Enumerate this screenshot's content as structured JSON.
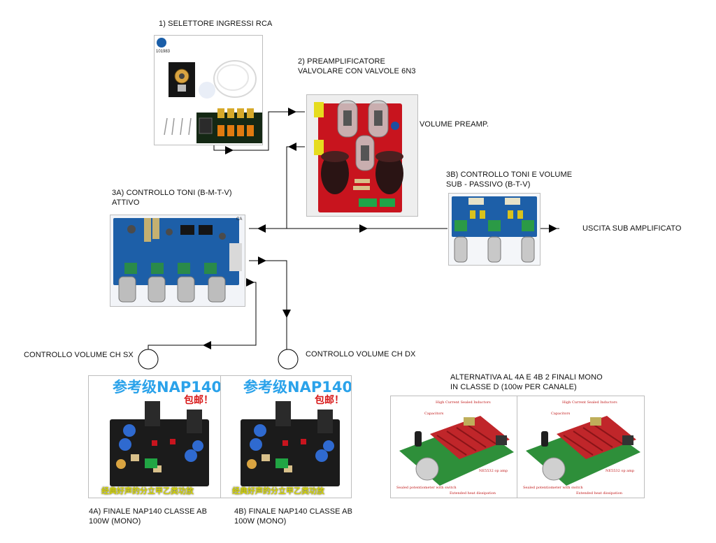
{
  "labels": {
    "rca_selector": "1) SELETTORE INGRESSI RCA",
    "preamp_line1": "2) PREAMPLIFICATORE",
    "preamp_line2": "VALVOLARE CON VALVOLE 6N3",
    "volume_preamp": "VOLUME PREAMP.",
    "tone_active_line1": "3A) CONTROLLO TONI (B-M-T-V)",
    "tone_active_line2": "ATTIVO",
    "tone_sub_line1": "3B) CONTROLLO TONI E VOLUME",
    "tone_sub_line2": "SUB - PASSIVO (B-T-V)",
    "sub_output": "USCITA SUB AMPLIFICATO",
    "volume_left": "CONTROLLO VOLUME CH SX",
    "volume_right": "CONTROLLO VOLUME CH DX",
    "final_a_line1": "4A) FINALE NAP140 CLASSE AB",
    "final_a_line2": "100W (MONO)",
    "final_b_line1": "4B) FINALE NAP140 CLASSE AB",
    "final_b_line2": "100W (MONO)",
    "alt_line1": "ALTERNATIVA AL 4A E 4B 2 FINALI MONO",
    "alt_line2": "IN CLASSE D (100w PER CANALE)"
  },
  "photos": {
    "rca_logo_text": "101983",
    "nap_title": "参考级NAP140",
    "nap_badge": "包邮！",
    "nap_footer": "经典好声的分立甲乙类功放",
    "tone_board_mark": "CA",
    "classd_notes": {
      "inductors": "High Current Sealed Inductors",
      "capacitors": "Capacitors",
      "op_amp": "NE5532 op amp",
      "potentiometer": "Sealed potentiometer with switch",
      "heatsink": "Extended heat dissipation"
    }
  },
  "colors": {
    "pcb_red": "#c8141e",
    "pcb_blue": "#1d5fa8",
    "pcb_green": "#2f6f36",
    "pcb_black": "#1b1b1b",
    "heatsink_red": "#c0262a",
    "nap_blue": "#2aa2ea",
    "nap_red": "#d81818"
  }
}
